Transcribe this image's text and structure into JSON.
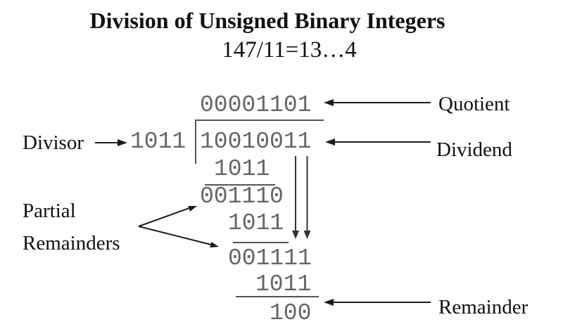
{
  "title": "Division of Unsigned Binary Integers",
  "subtitle": "147/11=13…4",
  "labels": {
    "divisor": "Divisor",
    "quotient": "Quotient",
    "dividend": "Dividend",
    "partial_line1": "Partial",
    "partial_line2": "Remainders",
    "remainder": "Remainder"
  },
  "division": {
    "quotient": "00001101",
    "divisor": "1011",
    "dividend": "10010011",
    "subtraction_1": "1011",
    "partial_remainder_1": "001110",
    "subtraction_2": "1011",
    "partial_remainder_2": "001111",
    "subtraction_3": "1011",
    "remainder": "100"
  },
  "colors": {
    "digit_gray": "#666666",
    "line_gray": "#555555",
    "arrow_black": "#1c1c1c",
    "bring_down_arrow_gray": "#333333",
    "text_black": "#111111",
    "background": "#ffffff"
  }
}
